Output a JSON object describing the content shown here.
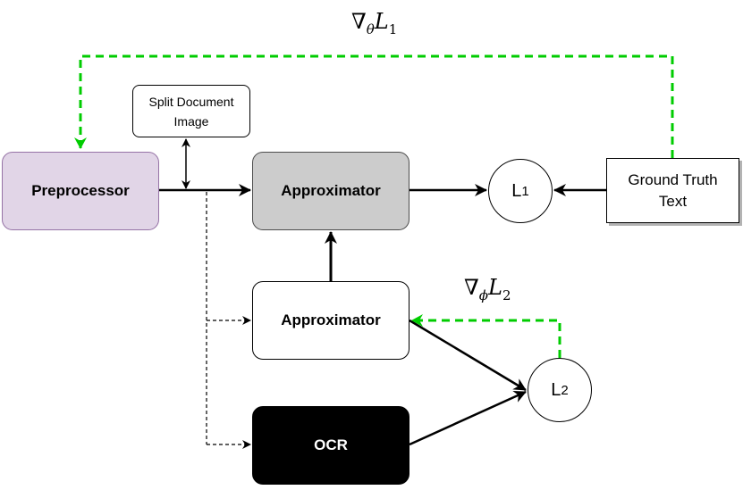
{
  "colors": {
    "preprocessor_fill": "#e1d5e7",
    "preprocessor_stroke": "#9673a6",
    "approximator_main_fill": "#cccccc",
    "ocr_fill": "#000000",
    "gradient_arrow": "#00cc00"
  },
  "nodes": {
    "preprocessor": "Preprocessor",
    "split_document_image": "Split Document Image",
    "approximator_main": "Approximator",
    "approximator_secondary": "Approximator",
    "ocr": "OCR",
    "ground_truth_text": "Ground Truth Text",
    "loss1": {
      "base": "L",
      "sub": "1"
    },
    "loss2": {
      "base": "L",
      "sub": "2"
    }
  },
  "labels": {
    "grad_theta": {
      "nabla": "∇",
      "param": "θ",
      "base": "L",
      "sub": "1"
    },
    "grad_phi": {
      "nabla": "∇",
      "param": "ϕ",
      "base": "L",
      "sub": "2"
    }
  },
  "edges": [
    {
      "from": "preprocessor",
      "to": "approximator_main",
      "style": "solid"
    },
    {
      "from": "split_document_image",
      "to": "preprocessor-edge",
      "style": "bidirectional"
    },
    {
      "from": "preprocessor-edge",
      "to": "approximator_secondary",
      "style": "dotted"
    },
    {
      "from": "preprocessor-edge",
      "to": "ocr",
      "style": "dotted"
    },
    {
      "from": "approximator_secondary",
      "to": "approximator_main",
      "style": "solid-thick"
    },
    {
      "from": "approximator_main",
      "to": "loss1",
      "style": "solid"
    },
    {
      "from": "ground_truth_text",
      "to": "loss1",
      "style": "solid"
    },
    {
      "from": "approximator_secondary",
      "to": "loss2",
      "style": "solid"
    },
    {
      "from": "ocr",
      "to": "loss2",
      "style": "solid"
    },
    {
      "from": "ground_truth_text",
      "to": "preprocessor",
      "style": "green-dashed",
      "label": "grad_theta"
    },
    {
      "from": "loss2",
      "to": "approximator_secondary",
      "style": "green-dashed",
      "label": "grad_phi"
    }
  ]
}
